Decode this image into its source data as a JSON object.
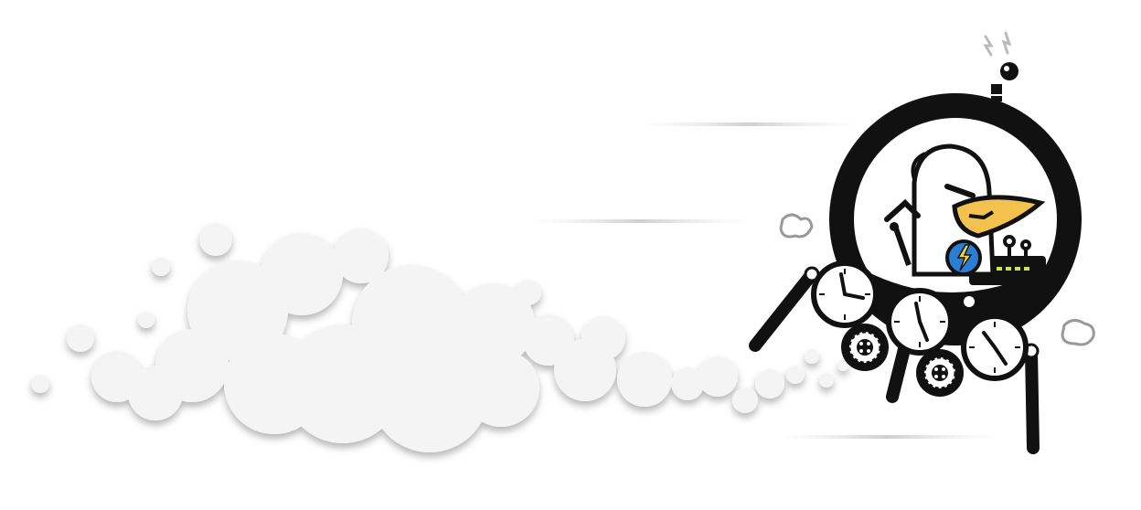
{
  "illustration": {
    "subject": "bird-pilot-in-clock-spaceship",
    "colors": {
      "background": "#ffffff",
      "cloud": "#f4f4f4",
      "cloud_shadow": "#d8d8d8",
      "outline": "#111111",
      "beak": "#f2c14e",
      "globe": "#2a7fd4",
      "bolt": "#f7d23a",
      "panel_light": "#c6e84a",
      "speed_line": "#d0d0d0"
    },
    "icons": [
      "cloud-trail",
      "speed-lines",
      "spaceship",
      "bird-pilot",
      "clock",
      "gear",
      "globe-badge",
      "antenna"
    ]
  }
}
